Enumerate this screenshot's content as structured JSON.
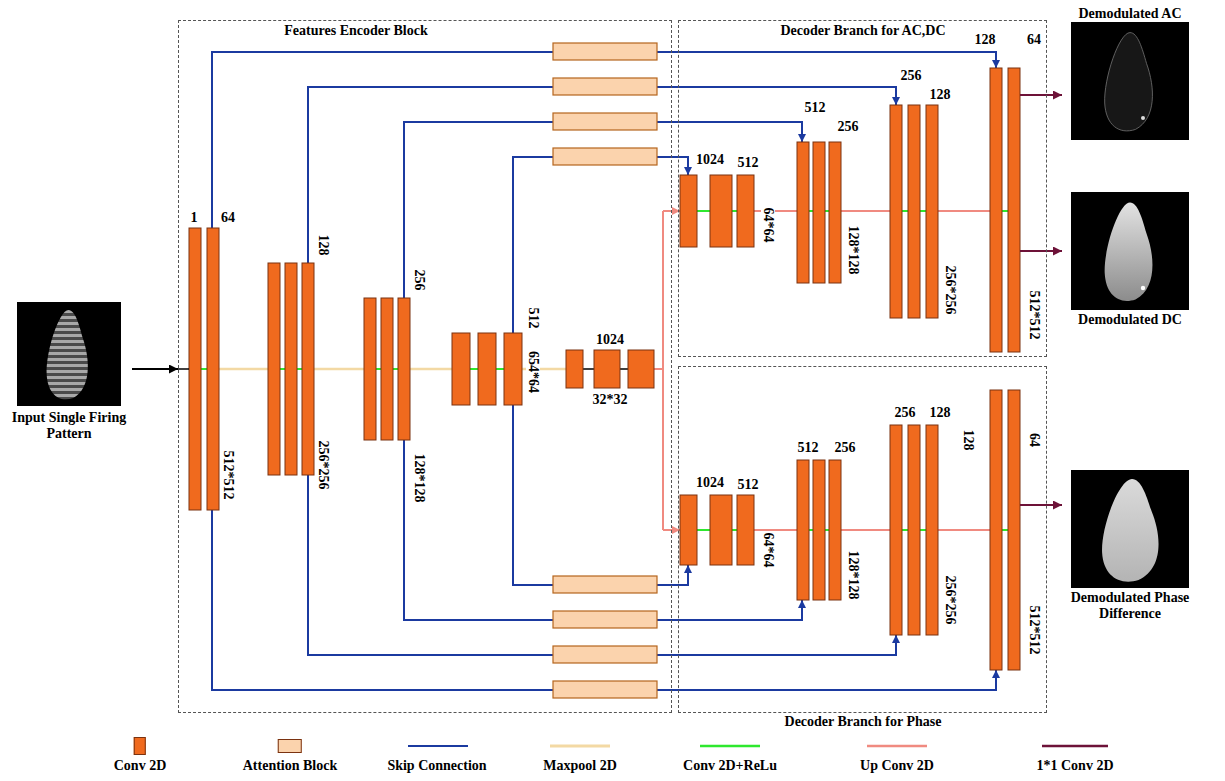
{
  "diagram": {
    "nodes": [
      {
        "text": [
          "Input Single Firing Pattern"
        ]
      },
      {
        "text": [
          "Features Encoder Block"
        ]
      },
      {
        "text": [
          "Decoder Branch for AC,DC"
        ]
      },
      {
        "text": [
          "Decoder Branch for Phase"
        ]
      },
      {
        "text": [
          "Demodulated AC"
        ]
      },
      {
        "text": [
          "Demodulated DC"
        ]
      },
      {
        "text": [
          "Demodulated Phase Difference"
        ]
      }
    ],
    "edges": [
      {
        "from": 0,
        "to": 1,
        "arrow": "to"
      },
      {
        "from": 2,
        "to": 4,
        "arrow": "to"
      },
      {
        "from": 2,
        "to": 5,
        "arrow": "to"
      },
      {
        "from": 3,
        "to": 6,
        "arrow": "to"
      }
    ],
    "labels": [
      "1",
      "64",
      "512*512",
      "128",
      "256*256",
      "256",
      "128*128",
      "512",
      "654*64",
      "1024",
      "32*32",
      "1024",
      "512",
      "64*64",
      "512",
      "256",
      "128*128",
      "256",
      "128",
      "256*256",
      "128",
      "64",
      "512*512",
      "1024",
      "512",
      "64*64",
      "512",
      "256",
      "128*128",
      "256",
      "128",
      "256*256",
      "128",
      "64",
      "512*512"
    ],
    "legend": [
      {
        "text": "Conv 2D",
        "color": "#f06a1e"
      },
      {
        "text": "Attention Block",
        "color": "#fbd3ad"
      },
      {
        "text": "Skip Connection"
      },
      {
        "text": "Maxpool 2D"
      },
      {
        "text": "Conv 2D+ReLu"
      },
      {
        "text": "Up Conv 2D"
      },
      {
        "text": "1*1 Conv 2D"
      }
    ]
  }
}
